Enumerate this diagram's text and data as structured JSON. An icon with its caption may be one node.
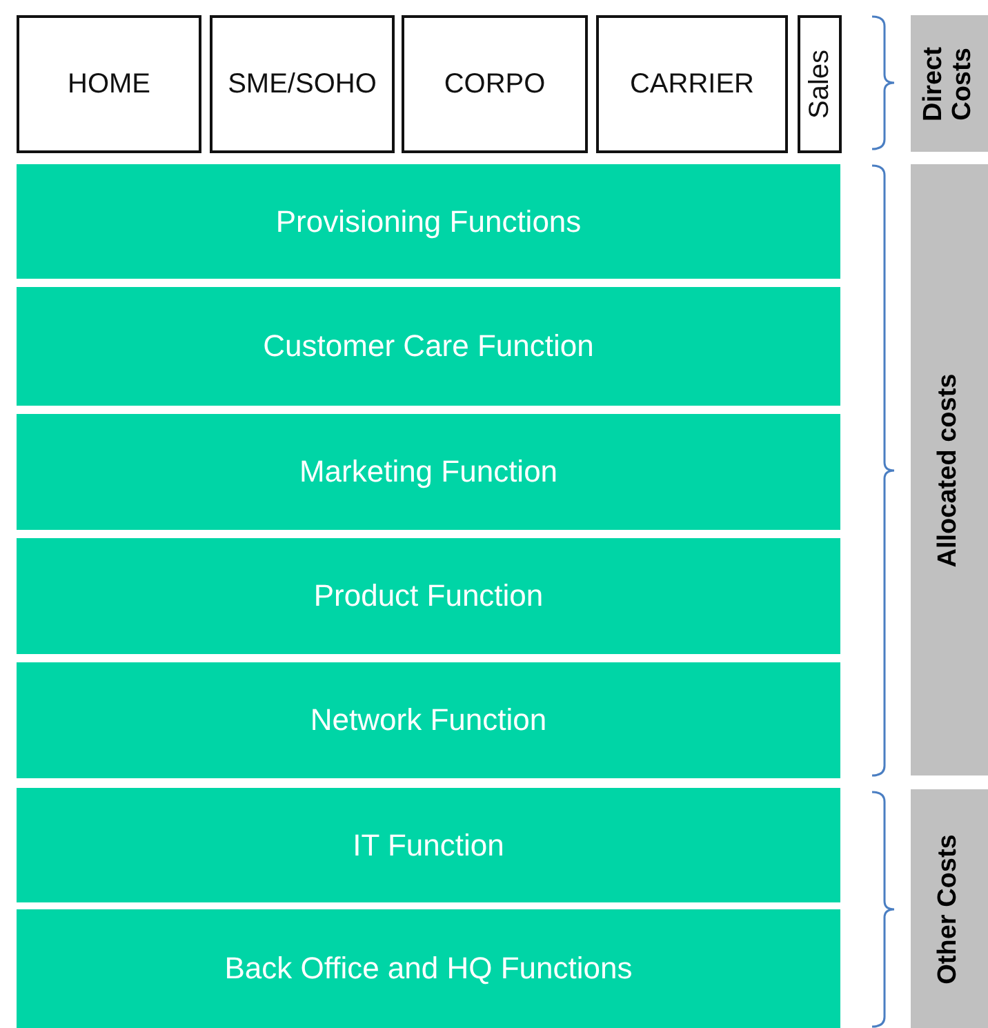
{
  "diagram": {
    "nodes": [
      {
        "text": [
          "HOME"
        ]
      },
      {
        "text": [
          "SME/SOHO"
        ]
      },
      {
        "text": [
          "CORPO"
        ]
      },
      {
        "text": [
          "CARRIER"
        ]
      },
      {
        "text": [
          "Sales"
        ]
      },
      {
        "text": [
          "Provisioning Functions"
        ]
      },
      {
        "text": [
          "Customer Care Function"
        ]
      },
      {
        "text": [
          "Marketing Function"
        ]
      },
      {
        "text": [
          "Product Function"
        ]
      },
      {
        "text": [
          "Network Function"
        ]
      },
      {
        "text": [
          "IT Function"
        ]
      },
      {
        "text": [
          "Back Office and HQ Functions"
        ]
      },
      {
        "text": [
          "Direct Costs"
        ]
      },
      {
        "text": [
          "Allocated costs"
        ]
      },
      {
        "text": [
          "Other Costs"
        ]
      }
    ]
  }
}
